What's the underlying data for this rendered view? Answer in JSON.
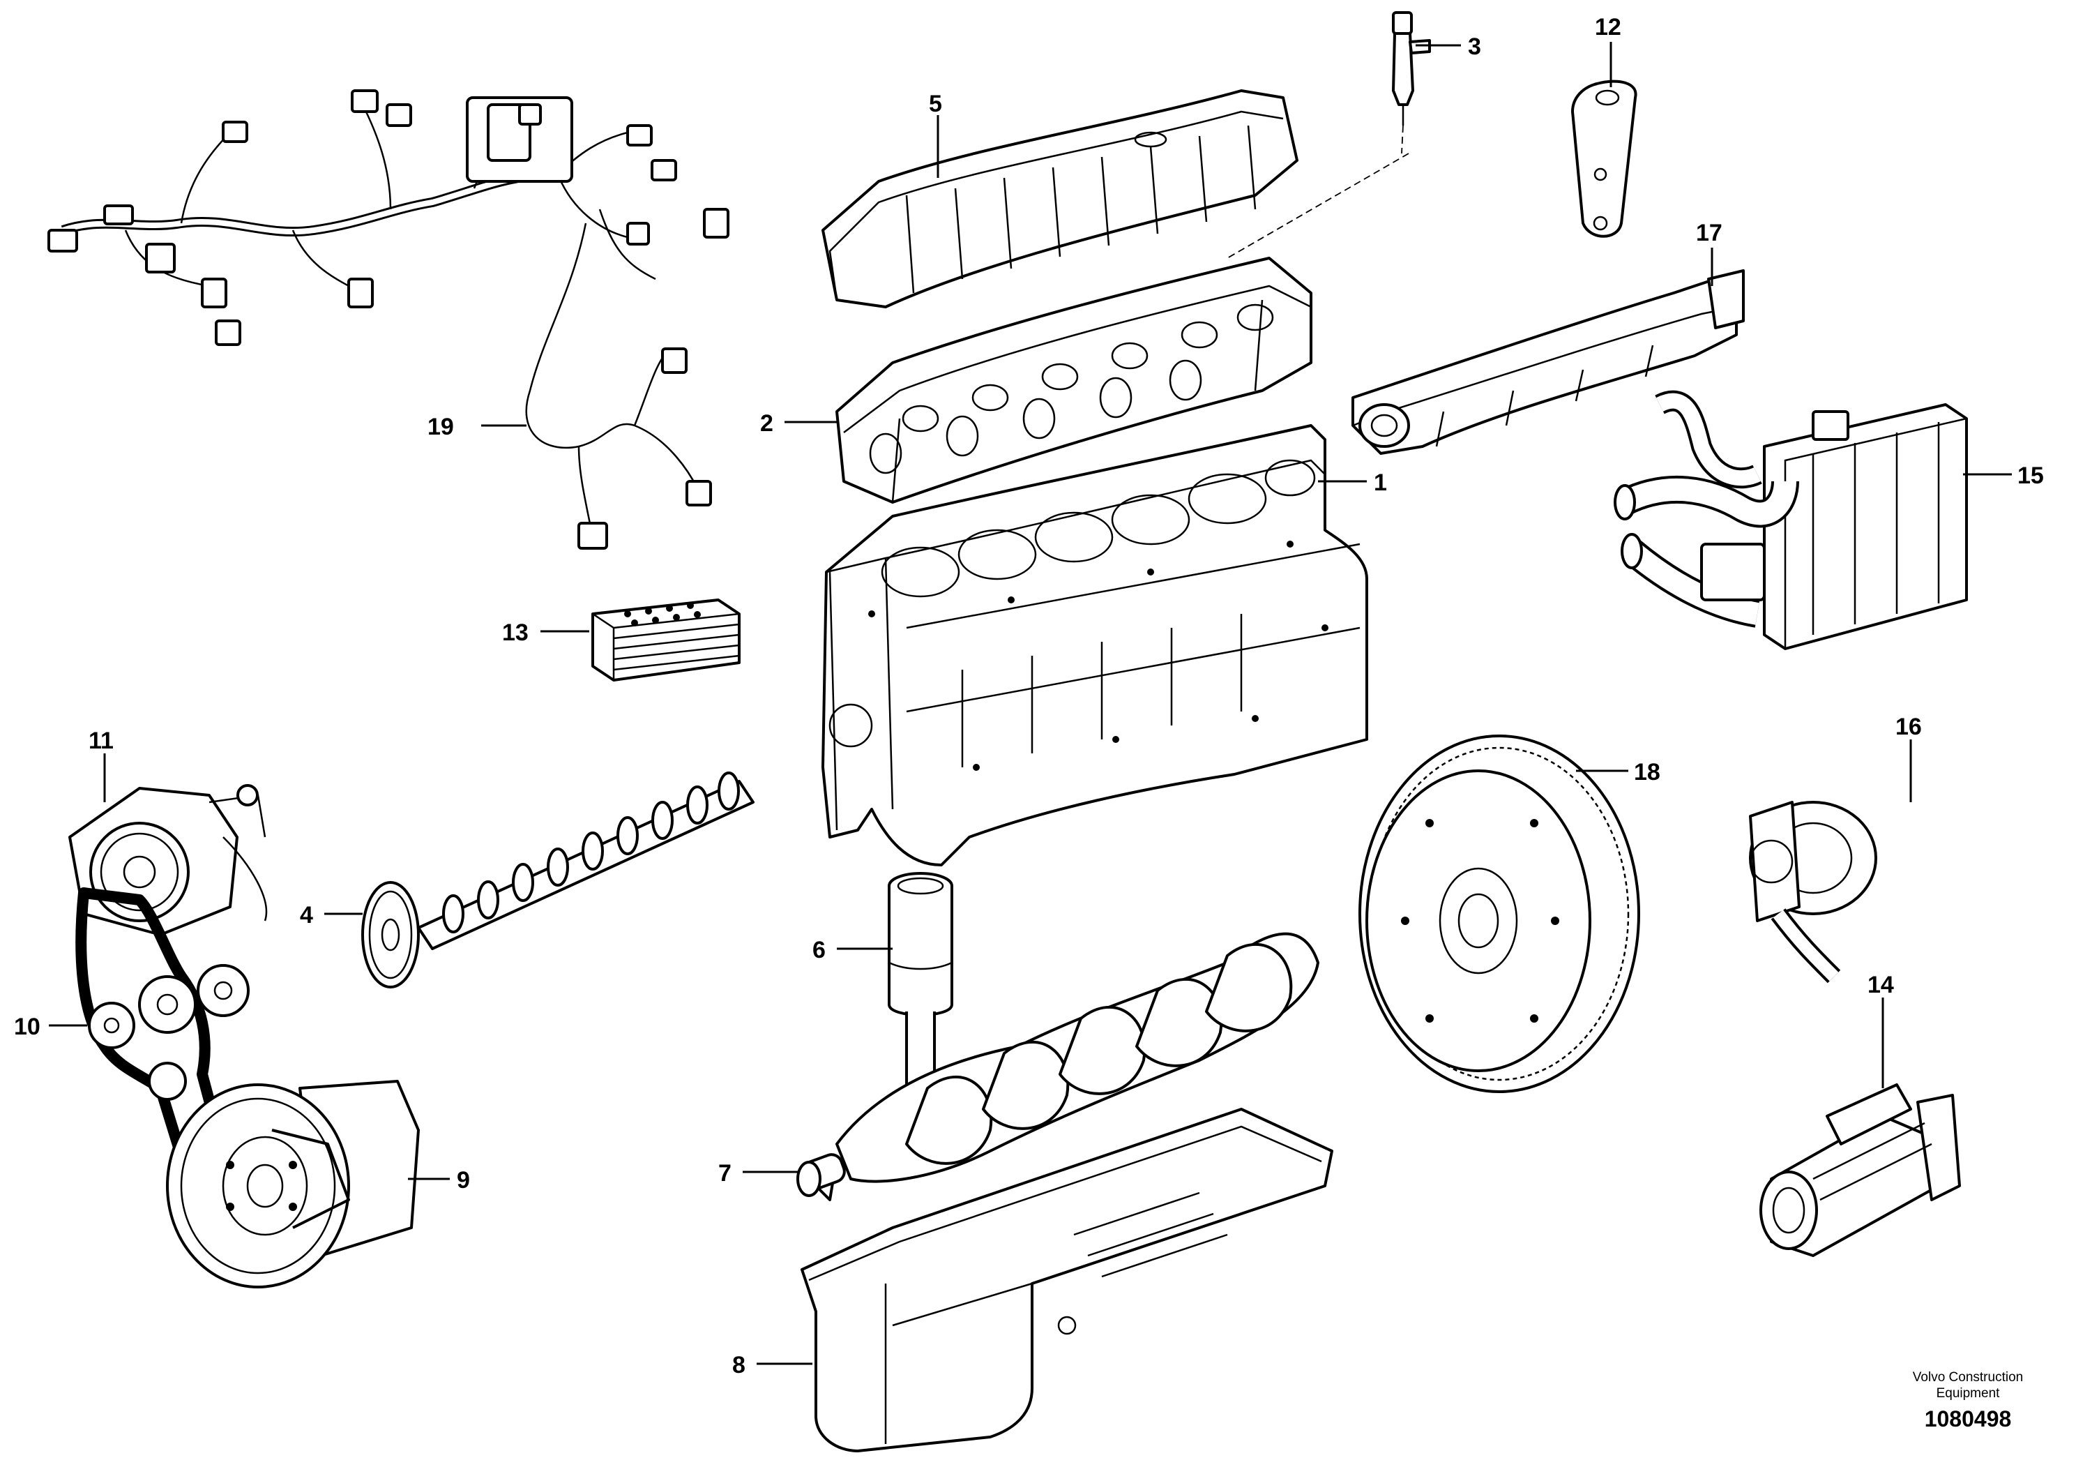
{
  "labels": {
    "1": "1",
    "2": "2",
    "3": "3",
    "4": "4",
    "5": "5",
    "6": "6",
    "7": "7",
    "8": "8",
    "9": "9",
    "10": "10",
    "11": "11",
    "12": "12",
    "13": "13",
    "14": "14",
    "15": "15",
    "16": "16",
    "17": "17",
    "18": "18",
    "19": "19"
  },
  "footer": {
    "credit_line1": "Volvo Construction",
    "credit_line2": "Equipment",
    "illustration_number": "1080498"
  }
}
